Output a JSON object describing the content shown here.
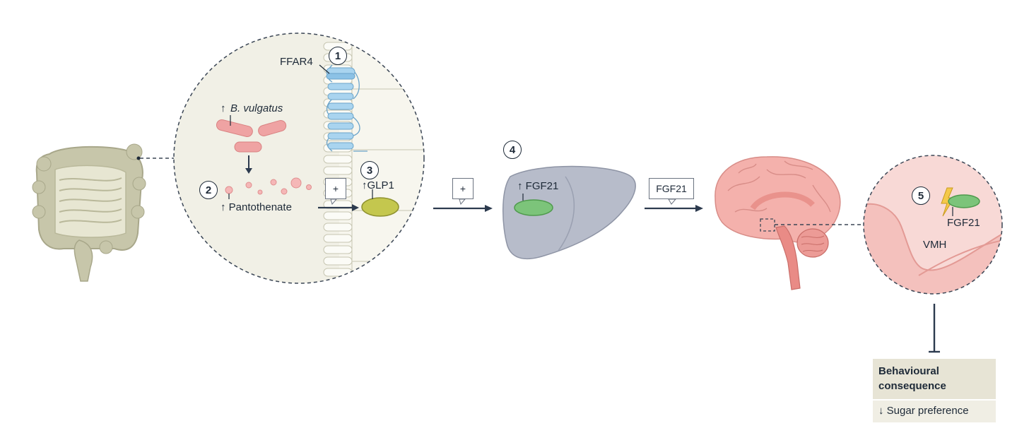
{
  "labels": {
    "ffar4": "FFAR4",
    "b_vulgatus_arrow": "↑",
    "b_vulgatus": "B. vulgatus",
    "pantothenate": "↑ Pantothenate",
    "glp1": "↑GLP1",
    "fgf21_liver": "↑ FGF21",
    "fgf21_brain": "FGF21",
    "vmh": "VMH"
  },
  "steps": [
    "1",
    "2",
    "3",
    "4",
    "5"
  ],
  "tags": {
    "plus_gut": "+",
    "plus_liver": "+",
    "fgf21_signal": "FGF21"
  },
  "outcome": {
    "title": "Behavioural consequence",
    "effect": "↓ Sugar preference"
  },
  "colors": {
    "arrow": "#2c3a4e",
    "bacteria": "#efa3a3",
    "glp1_cell": "#c4c74e",
    "fgf21_cell": "#7cc47a",
    "receptor": "#a9d4ef",
    "liver": "#b7bcca",
    "brain": "#f4b1ac",
    "gut": "#c7c6aa",
    "zoom_bg": "#f1f0e6",
    "zoom_pink": "#f8d9d6"
  }
}
